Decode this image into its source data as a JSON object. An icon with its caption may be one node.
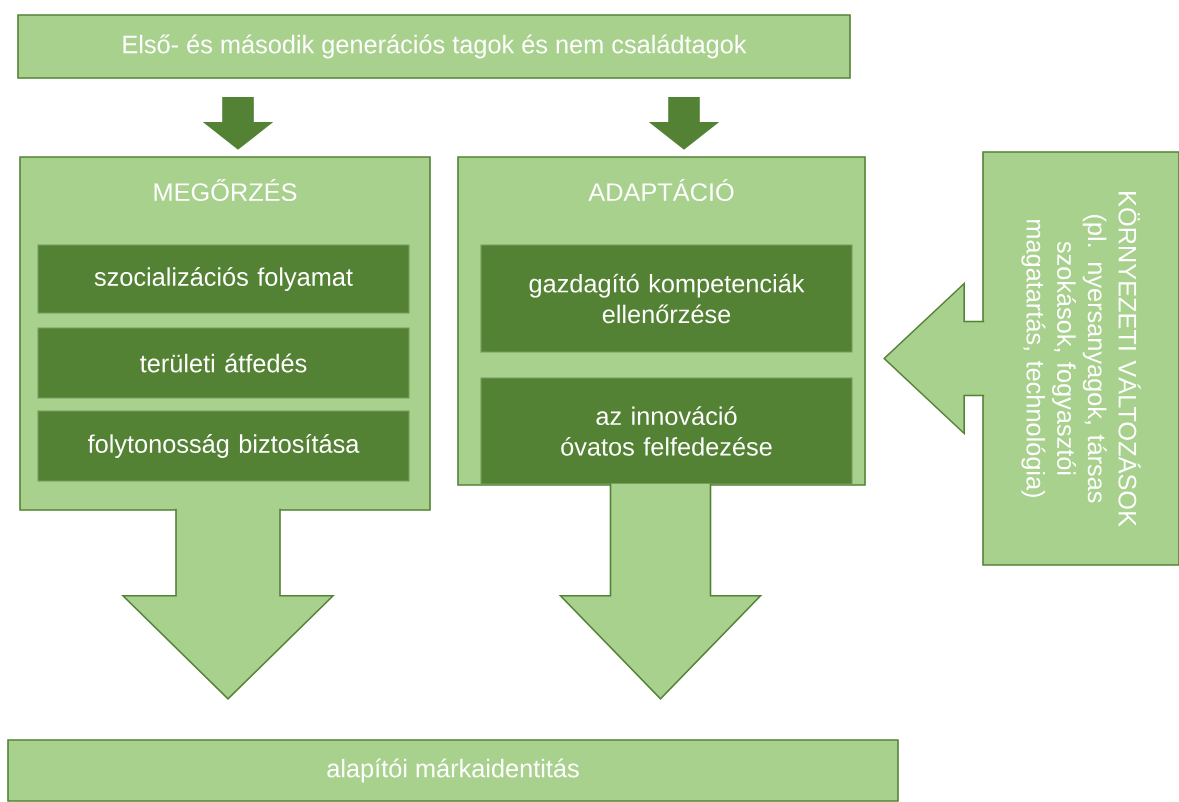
{
  "diagram": {
    "nodes": [
      {
        "text": [
          "Első- és második generációs tagok és nem családtagok"
        ]
      },
      {
        "text": [
          "MEGŐRZÉS"
        ]
      },
      {
        "text": [
          "szocializációs folyamat"
        ],
        "in": 1
      },
      {
        "text": [
          "területi átfedés"
        ],
        "in": 1
      },
      {
        "text": [
          "folytonosság biztosítása"
        ],
        "in": 1
      },
      {
        "text": [
          "ADAPTÁCIÓ"
        ]
      },
      {
        "text": [
          "gazdagító kompetenciák ellenőrzése"
        ],
        "in": 5
      },
      {
        "text": [
          "az innováció óvatos felfedezése"
        ],
        "in": 5
      },
      {
        "text": [
          "KÖRNYEZETI VÁLTOZÁSOK",
          "(pl. nyersanyagok, társas szokások, fogyasztói magatartás, technológia)"
        ]
      },
      {
        "text": [
          "alapítói márkaidentitás"
        ]
      }
    ],
    "edges": [
      {
        "from": 0,
        "to": 1,
        "arrow": "to"
      },
      {
        "from": 0,
        "to": 5,
        "arrow": "to"
      },
      {
        "from": 1,
        "to": 9,
        "arrow": "to"
      },
      {
        "from": 5,
        "to": 9,
        "arrow": "to"
      },
      {
        "from": 8,
        "to": 5,
        "arrow": "to"
      }
    ]
  }
}
